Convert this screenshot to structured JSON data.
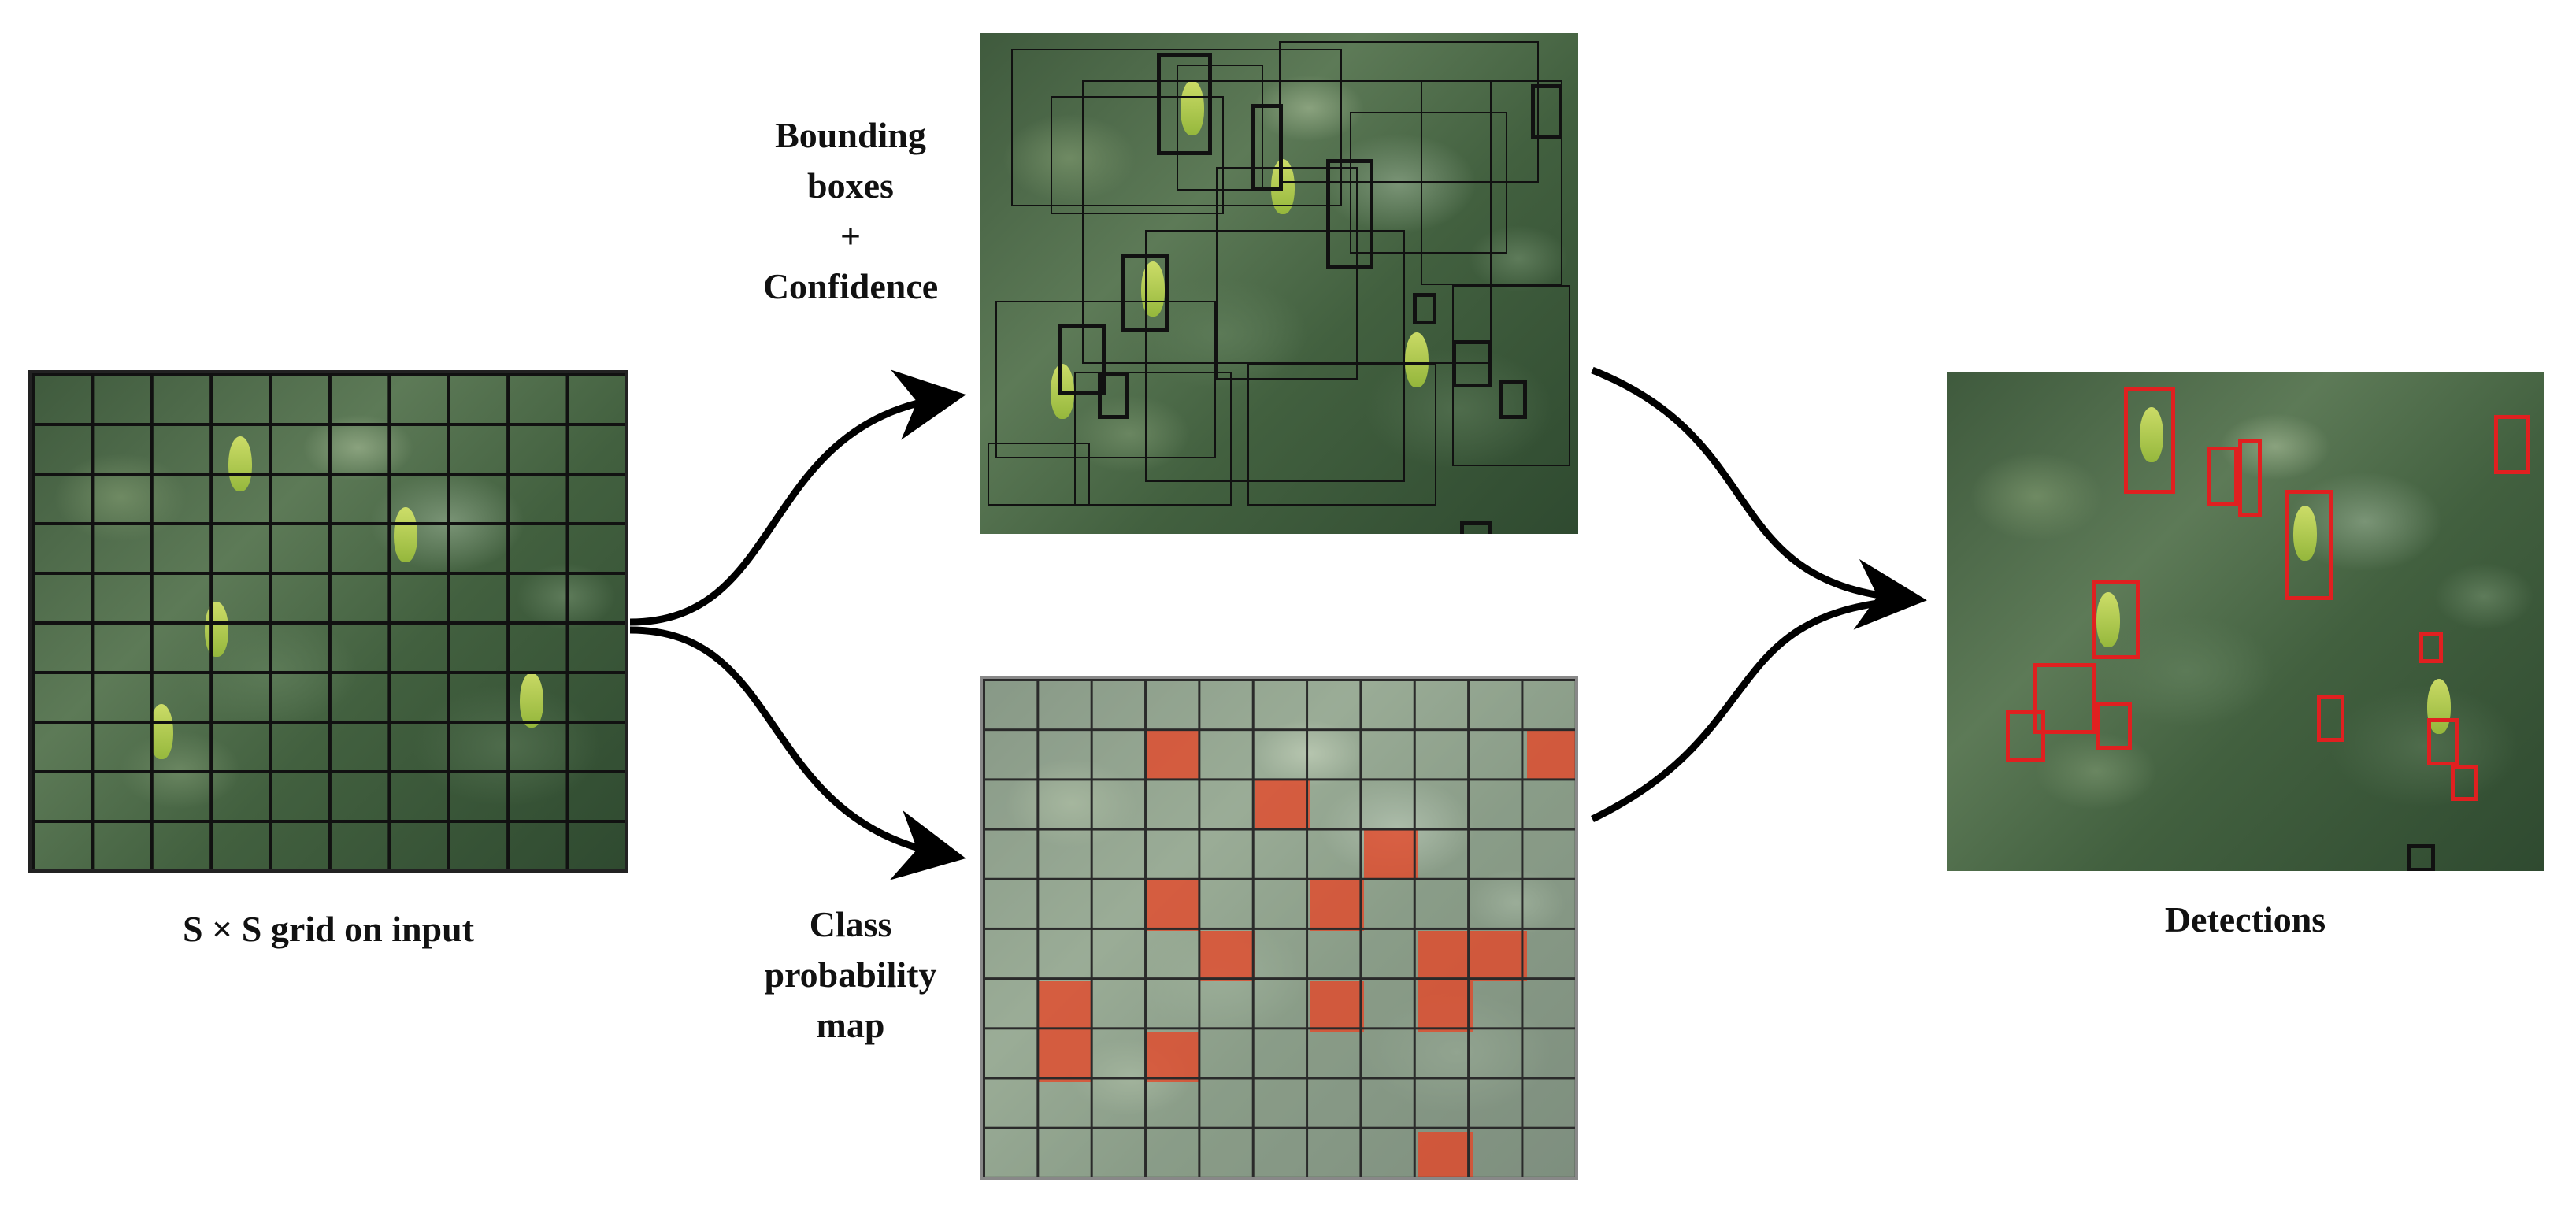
{
  "labels": {
    "grid_caption": "S × S grid on input",
    "bbox_line1": "Bounding",
    "bbox_line2": "boxes",
    "bbox_line3": "+",
    "bbox_line4": "Confidence",
    "class_line1": "Class",
    "class_line2": "probability",
    "class_line3": "map",
    "detections_caption": "Detections"
  },
  "colors": {
    "arrow": "#000000",
    "grid_line": "#111111",
    "detection_box": "#e02020",
    "probability_cell": "#e64628"
  },
  "grid_size": 10
}
